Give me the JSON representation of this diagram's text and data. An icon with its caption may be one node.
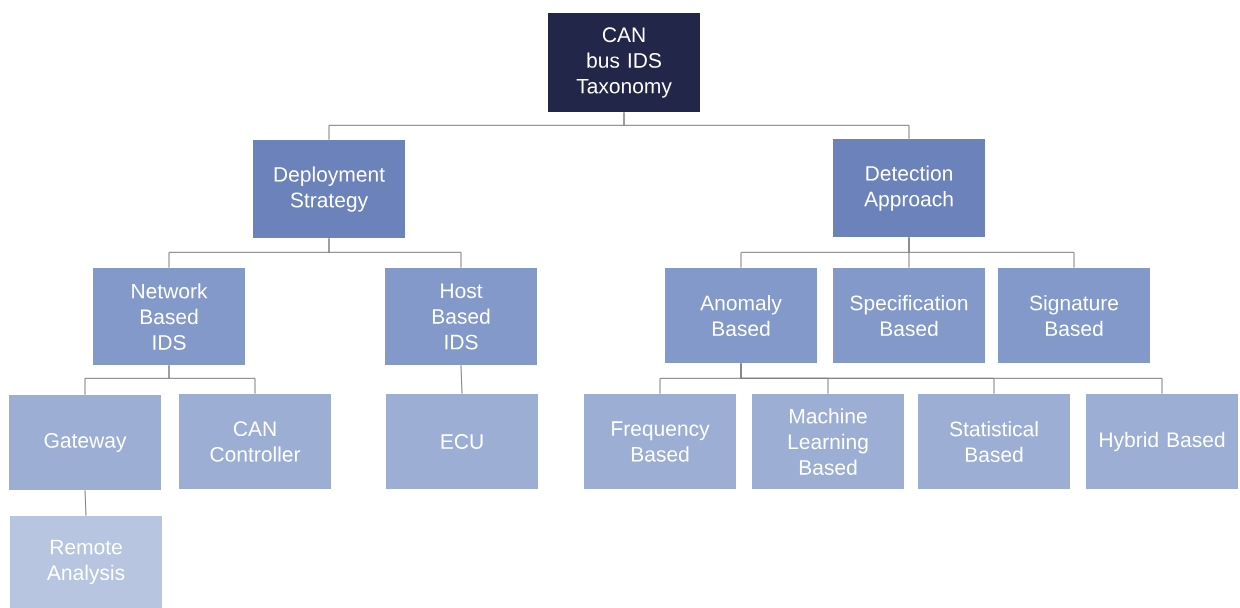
{
  "diagram": {
    "nodes": [
      {
        "text": [
          "CAN bus IDS Taxonomy"
        ]
      },
      {
        "text": [
          "Deployment Strategy"
        ]
      },
      {
        "text": [
          "Detection Approach"
        ]
      },
      {
        "text": [
          "Network Based IDS"
        ]
      },
      {
        "text": [
          "Host Based IDS"
        ]
      },
      {
        "text": [
          "Anomaly Based"
        ]
      },
      {
        "text": [
          "Specification Based"
        ]
      },
      {
        "text": [
          "Signature Based"
        ]
      },
      {
        "text": [
          "Gateway"
        ]
      },
      {
        "text": [
          "CAN Controller"
        ]
      },
      {
        "text": [
          "ECU"
        ]
      },
      {
        "text": [
          "Frequency Based"
        ]
      },
      {
        "text": [
          "Machine Learning Based"
        ]
      },
      {
        "text": [
          "Statistical Based"
        ]
      },
      {
        "text": [
          "Hybrid Based"
        ]
      },
      {
        "text": [
          "Remote Analysis"
        ]
      }
    ],
    "edges": [
      {
        "from": 0,
        "to": 1,
        "arrow": "none"
      },
      {
        "from": 0,
        "to": 2,
        "arrow": "none"
      },
      {
        "from": 1,
        "to": 3,
        "arrow": "none"
      },
      {
        "from": 1,
        "to": 4,
        "arrow": "none"
      },
      {
        "from": 2,
        "to": 5,
        "arrow": "none"
      },
      {
        "from": 2,
        "to": 6,
        "arrow": "none"
      },
      {
        "from": 2,
        "to": 7,
        "arrow": "none"
      },
      {
        "from": 3,
        "to": 8,
        "arrow": "none"
      },
      {
        "from": 3,
        "to": 9,
        "arrow": "none"
      },
      {
        "from": 4,
        "to": 10,
        "arrow": "none"
      },
      {
        "from": 5,
        "to": 11,
        "arrow": "none"
      },
      {
        "from": 5,
        "to": 12,
        "arrow": "none"
      },
      {
        "from": 5,
        "to": 13,
        "arrow": "none"
      },
      {
        "from": 5,
        "to": 14,
        "arrow": "none"
      },
      {
        "from": 8,
        "to": 15,
        "arrow": "none"
      }
    ]
  }
}
